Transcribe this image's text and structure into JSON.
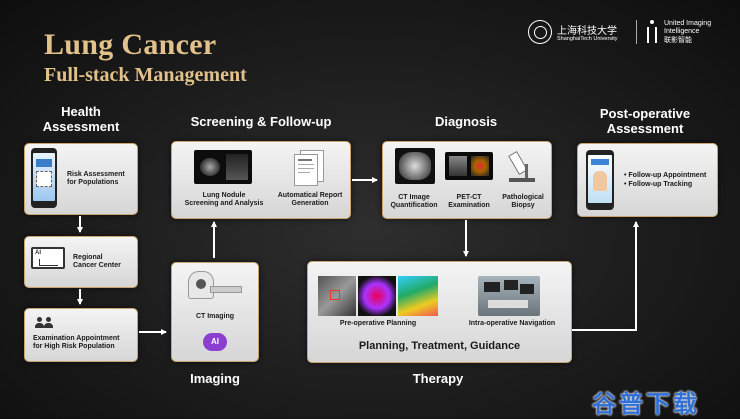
{
  "logos": {
    "univ_cn": "上海科技大学",
    "univ_en": "ShanghaiTech University",
    "partner_line1": "United Imaging",
    "partner_line2": "Intelligence",
    "partner_cn": "联影智能"
  },
  "title": {
    "line1": "Lung Cancer",
    "line2": "Full-stack Management"
  },
  "sections": {
    "health": "Health\nAssessment",
    "screening": "Screening & Follow-up",
    "diagnosis": "Diagnosis",
    "postop": "Post-operative\nAssessment",
    "imaging": "Imaging",
    "therapy": "Therapy"
  },
  "health": {
    "risk": "Risk Assessment\nfor Populations",
    "ai_badge": "AI",
    "regional": "Regional\nCancer Center",
    "exam": "Examination Appointment\nfor High Risk Population"
  },
  "screening": {
    "nodule": "Lung Nodule\nScreening and Analysis",
    "report": "Automatical Report\nGeneration"
  },
  "imaging": {
    "ct": "CT Imaging",
    "ai_badge": "AI"
  },
  "diagnosis": {
    "ct_quant": "CT Image\nQuantification",
    "petct": "PET-CT\nExamination",
    "biopsy": "Pathological\nBiopsy"
  },
  "therapy": {
    "preop": "Pre-operative Planning",
    "intraop": "Intra-operative Navigation",
    "main": "Planning, Treatment, Guidance"
  },
  "postop": {
    "followup_appt": "Follow-up Appointment",
    "followup_track": "Follow-up Tracking"
  },
  "watermark": "谷普下载",
  "colors": {
    "accent_gold": "#c9a46b",
    "title_gold": "#e2c28a",
    "watermark_blue": "#2f6fd6"
  }
}
